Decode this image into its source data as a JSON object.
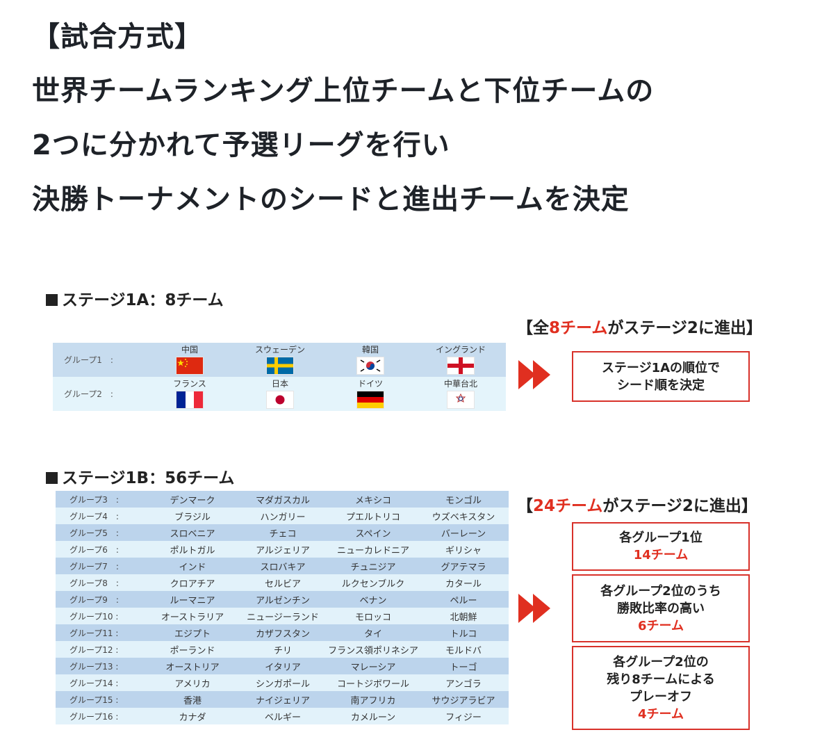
{
  "heading": {
    "line1": "【試合方式】",
    "line2": "世界チームランキング上位チームと下位チームの",
    "line3": "2つに分かれて予選リーグを行い",
    "line4": "決勝トーナメントのシードと進出チームを決定"
  },
  "stage1a": {
    "title": "ステージ1A：8チーム",
    "note_pre": "【全",
    "note_red": "8チーム",
    "note_post": "がステージ2に進出】",
    "result_line1": "ステージ1Aの順位で",
    "result_line2": "シード順を決定",
    "groups": [
      {
        "label": "グループ1　:",
        "teams": [
          {
            "name": "中国",
            "flag": "china-flag-icon"
          },
          {
            "name": "スウェーデン",
            "flag": "sweden-flag-icon"
          },
          {
            "name": "韓国",
            "flag": "korea-flag-icon"
          },
          {
            "name": "イングランド",
            "flag": "england-flag-icon"
          }
        ]
      },
      {
        "label": "グループ2　:",
        "teams": [
          {
            "name": "フランス",
            "flag": "france-flag-icon"
          },
          {
            "name": "日本",
            "flag": "japan-flag-icon"
          },
          {
            "name": "ドイツ",
            "flag": "germany-flag-icon"
          },
          {
            "name": "中華台北",
            "flag": "chinese-taipei-flag-icon"
          }
        ]
      }
    ]
  },
  "stage1b": {
    "title": "ステージ1B：56チーム",
    "note_pre": "【",
    "note_red": "24チーム",
    "note_post": "がステージ2に進出】",
    "box1": {
      "line1": "各グループ1位",
      "red": "14チーム"
    },
    "box2": {
      "line1": "各グループ2位のうち",
      "line2": "勝敗比率の高い",
      "red": "6チーム"
    },
    "box3": {
      "line1": "各グループ2位の",
      "line2": "残り8チームによる",
      "line3": "プレーオフ",
      "red": "4チーム"
    },
    "groups": [
      {
        "label": "グループ3　:",
        "teams": [
          "デンマーク",
          "マダガスカル",
          "メキシコ",
          "モンゴル"
        ]
      },
      {
        "label": "グループ4　:",
        "teams": [
          "ブラジル",
          "ハンガリー",
          "プエルトリコ",
          "ウズベキスタン"
        ]
      },
      {
        "label": "グループ5　:",
        "teams": [
          "スロベニア",
          "チェコ",
          "スペイン",
          "バーレーン"
        ]
      },
      {
        "label": "グループ6　:",
        "teams": [
          "ポルトガル",
          "アルジェリア",
          "ニューカレドニア",
          "ギリシャ"
        ]
      },
      {
        "label": "グループ7　:",
        "teams": [
          "インド",
          "スロバキア",
          "チュニジア",
          "グアテマラ"
        ]
      },
      {
        "label": "グループ8　:",
        "teams": [
          "クロアチア",
          "セルビア",
          "ルクセンブルク",
          "カタール"
        ]
      },
      {
        "label": "グループ9　:",
        "teams": [
          "ルーマニア",
          "アルゼンチン",
          "ベナン",
          "ペルー"
        ]
      },
      {
        "label": "グループ10 :",
        "teams": [
          "オーストラリア",
          "ニュージーランド",
          "モロッコ",
          "北朝鮮"
        ]
      },
      {
        "label": "グループ11 :",
        "teams": [
          "エジプト",
          "カザフスタン",
          "タイ",
          "トルコ"
        ]
      },
      {
        "label": "グループ12 :",
        "teams": [
          "ポーランド",
          "チリ",
          "フランス領ポリネシア",
          "モルドバ"
        ]
      },
      {
        "label": "グループ13 :",
        "teams": [
          "オーストリア",
          "イタリア",
          "マレーシア",
          "トーゴ"
        ]
      },
      {
        "label": "グループ14 :",
        "teams": [
          "アメリカ",
          "シンガポール",
          "コートジボワール",
          "アンゴラ"
        ]
      },
      {
        "label": "グループ15 :",
        "teams": [
          "香港",
          "ナイジェリア",
          "南アフリカ",
          "サウジアラビア"
        ]
      },
      {
        "label": "グループ16 :",
        "teams": [
          "カナダ",
          "ベルギー",
          "カメルーン",
          "フィジー"
        ]
      }
    ]
  },
  "colors": {
    "accent_red": "#e02f20",
    "row_blue": "#bcd4ec",
    "row_light": "#e2f2fa"
  }
}
